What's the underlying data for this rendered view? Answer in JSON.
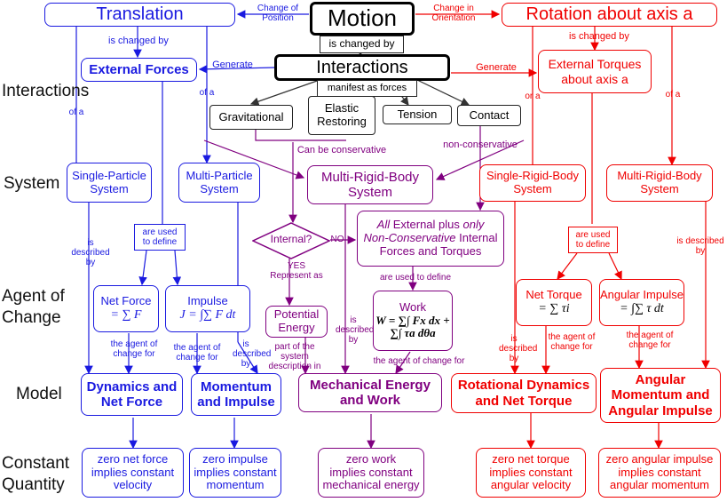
{
  "row_labels": {
    "interactions": "Interactions",
    "system": "System",
    "agent": "Agent of\nChange",
    "model": "Model",
    "constant": "Constant\nQuantity"
  },
  "top": {
    "motion": "Motion",
    "is_changed_by": "is changed by",
    "interactions": "Interactions",
    "manifest": "manifest as forces",
    "translation": "Translation",
    "rotation": "Rotation about axis a",
    "change_position": "Change of\nPosition",
    "change_orientation": "Change in\nOrientation"
  },
  "forces": {
    "gravitational": "Gravitational",
    "elastic": "Elastic\nRestoring",
    "tension": "Tension",
    "contact": "Contact",
    "can_be_conservative": "Can be conservative",
    "non_conservative": "non-conservative"
  },
  "blue": {
    "is_changed_by": "is changed by",
    "external_forces": "External Forces",
    "generate": "Generate",
    "of_a_left": "of a",
    "of_a_mid": "of a",
    "single_particle": "Single-Particle\nSystem",
    "multi_particle": "Multi-Particle\nSystem",
    "is_described_by": "is\ndescribed\nby",
    "are_used_to_define": "are used\nto define",
    "net_force_title": "Net Force",
    "net_force_formula": "= ∑ F",
    "impulse_title": "Impulse",
    "impulse_formula": "J = ∫∑ F dt",
    "agent_for_1": "the agent of\nchange for",
    "agent_for_2": "the agent of\nchange for",
    "is_described_by_2": "is\ndescribed\nby",
    "dynamics": "Dynamics and\nNet Force",
    "momentum": "Momentum\nand Impulse",
    "const_1": "zero net force\nimplies constant\nvelocity",
    "const_2": "zero impulse\nimplies constant\nmomentum"
  },
  "purple": {
    "multi_rigid": "Multi-Rigid-Body\nSystem",
    "internal": "Internal?",
    "no": "NO",
    "yes_represent": "YES\nRepresent as",
    "all_external_1": "All",
    "all_external_2": " External plus ",
    "all_external_3": "only",
    "all_external_4": "Non-Conservative",
    "all_external_5": " Internal\nForces and Torques",
    "are_used_to_define": "are used to define",
    "work_title": "Work",
    "work_formula_1": "W = ∑∫ Fx dx +",
    "work_formula_2": "∑∫ τa dθa",
    "potential": "Potential\nEnergy",
    "part_of": "part of the\nsystem\ndescription in",
    "is_described_by": "is\ndescribed\nby",
    "agent_for": "the agent of change for",
    "mech_energy": "Mechanical Energy\nand Work",
    "const": "zero work\nimplies constant\nmechanical energy"
  },
  "red": {
    "is_changed_by": "is changed by",
    "generate": "Generate",
    "external_torques": "External Torques\nabout axis a",
    "or_a": "or a",
    "of_a": "of a",
    "single_rigid": "Single-Rigid-Body\nSystem",
    "multi_rigid": "Multi-Rigid-Body\nSystem",
    "are_used_to_define": "are used\nto define",
    "is_described_by_right": "is described\nby",
    "net_torque_title": "Net Torque",
    "net_torque_formula": "= ∑ τi",
    "ang_impulse_title": "Angular Impulse",
    "ang_impulse_formula": "= ∫∑ τ dt",
    "is_described_by": "is\ndescribed\nby",
    "agent_for_1": "the agent of\nchange for",
    "agent_for_2": "the agent of\nchange for",
    "rot_dynamics": "Rotational Dynamics\nand Net Torque",
    "ang_momentum": "Angular\nMomentum and\nAngular Impulse",
    "const_1": "zero net torque\nimplies constant\nangular velocity",
    "const_2": "zero angular impulse\nimplies constant\nangular momentum"
  },
  "colors": {
    "blue": "#1a1ae0",
    "red": "#f00000",
    "purple": "#800080",
    "black": "#000000"
  }
}
